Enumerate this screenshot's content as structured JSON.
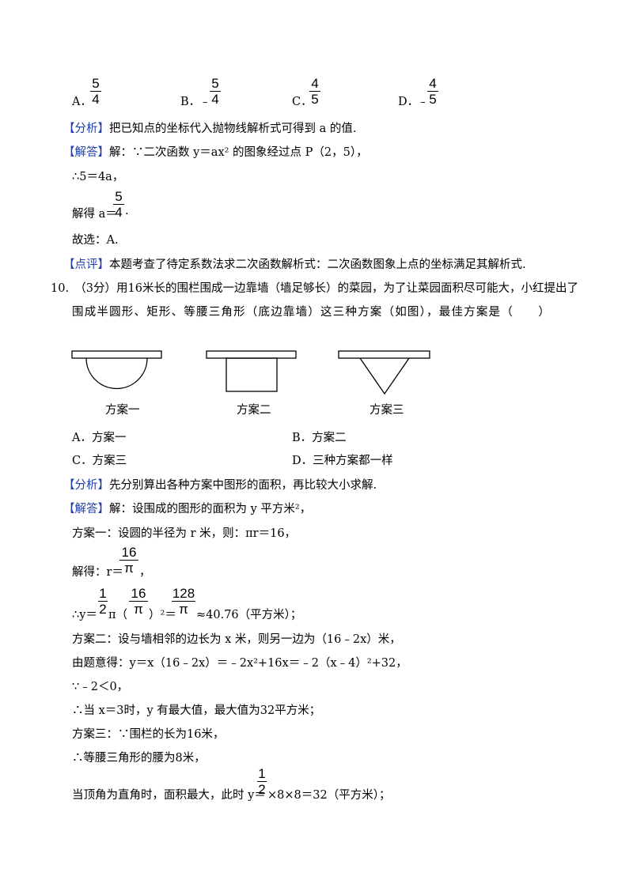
{
  "q9": {
    "opt_a": {
      "label": "A．",
      "num": "5",
      "den": "4",
      "sign": ""
    },
    "opt_b": {
      "label": "B．",
      "num": "5",
      "den": "4",
      "sign": "﹣"
    },
    "opt_c": {
      "label": "C．",
      "num": "4",
      "den": "5",
      "sign": ""
    },
    "opt_d": {
      "label": "D．",
      "num": "4",
      "den": "5",
      "sign": "﹣"
    },
    "analysis_tag": "【分析】",
    "analysis_text": "把已知点的坐标代入抛物线解析式可得到 a 的值.",
    "answer_tag": "【解答】",
    "answer_line1": "解：∵二次函数 y＝ax² 的图象经过点 P（2，5），",
    "answer_line2": "∴5＝4a，",
    "answer_line3_prefix": "解得 a＝",
    "answer_line3_num": "5",
    "answer_line3_den": "4",
    "answer_line3_suffix": ".",
    "answer_line4": "故选：A.",
    "comment_tag": "【点评】",
    "comment_text": "本题考查了待定系数法求二次函数解析式：二次函数图象上点的坐标满足其解析式."
  },
  "q10": {
    "stem_line1": "10.　（3分）用16米长的围栏围成一边靠墙（墙足够长）的菜园，为了让菜园面积尽可能大，小红提出了",
    "stem_line2": "围成半圆形、矩形、等腰三角形（底边靠墙）这三种方案（如图），最佳方案是（　　）",
    "figure_captions": [
      "方案一",
      "方案二",
      "方案三"
    ],
    "opt_a": "A．方案一",
    "opt_b": "B．方案二",
    "opt_c": "C．方案三",
    "opt_d": "D．三种方案都一样",
    "analysis_tag": "【分析】",
    "analysis_text": "先分别算出各种方案中图形的面积，再比较大小求解.",
    "answer_tag": "【解答】",
    "answer_line1": "解：设围成的图形的面积为 y 平方米²，",
    "plan1_line1": "方案一：设圆的半径为 r 米，则：πr＝16，",
    "plan1_line2_prefix": "解得：r＝",
    "plan1_line2_num": "16",
    "plan1_line2_den": "π",
    "plan1_line2_suffix": "，",
    "plan1_line3_prefix": "∴y＝",
    "plan1_half_num": "1",
    "plan1_half_den": "2",
    "plan1_pi": "π（",
    "plan1_r_num": "16",
    "plan1_r_den": "π",
    "plan1_sq": "）²＝",
    "plan1_res_num": "128",
    "plan1_res_den": "π",
    "plan1_line3_suffix": "≈40.76（平方米）；",
    "plan2_line1": "方案二：设与墙相邻的边长为 x 米，则另一边为（16﹣2x）米，",
    "plan2_line2": "由题意得：y＝x（16﹣2x）＝﹣2x²+16x＝﹣2（x﹣4）²+32，",
    "plan2_line3": "∵﹣2＜0，",
    "plan2_line4": "∴当 x＝3时，y 有最大值，最大值为32平方米；",
    "plan3_line1": "方案三：∵围栏的长为16米，",
    "plan3_line2": "∴等腰三角形的腰为8米，",
    "plan3_line3_prefix": "当顶角为直角时，面积最大，此时 y＝",
    "plan3_half_num": "1",
    "plan3_half_den": "2",
    "plan3_line3_suffix": "×8×8＝32（平方米）；"
  }
}
